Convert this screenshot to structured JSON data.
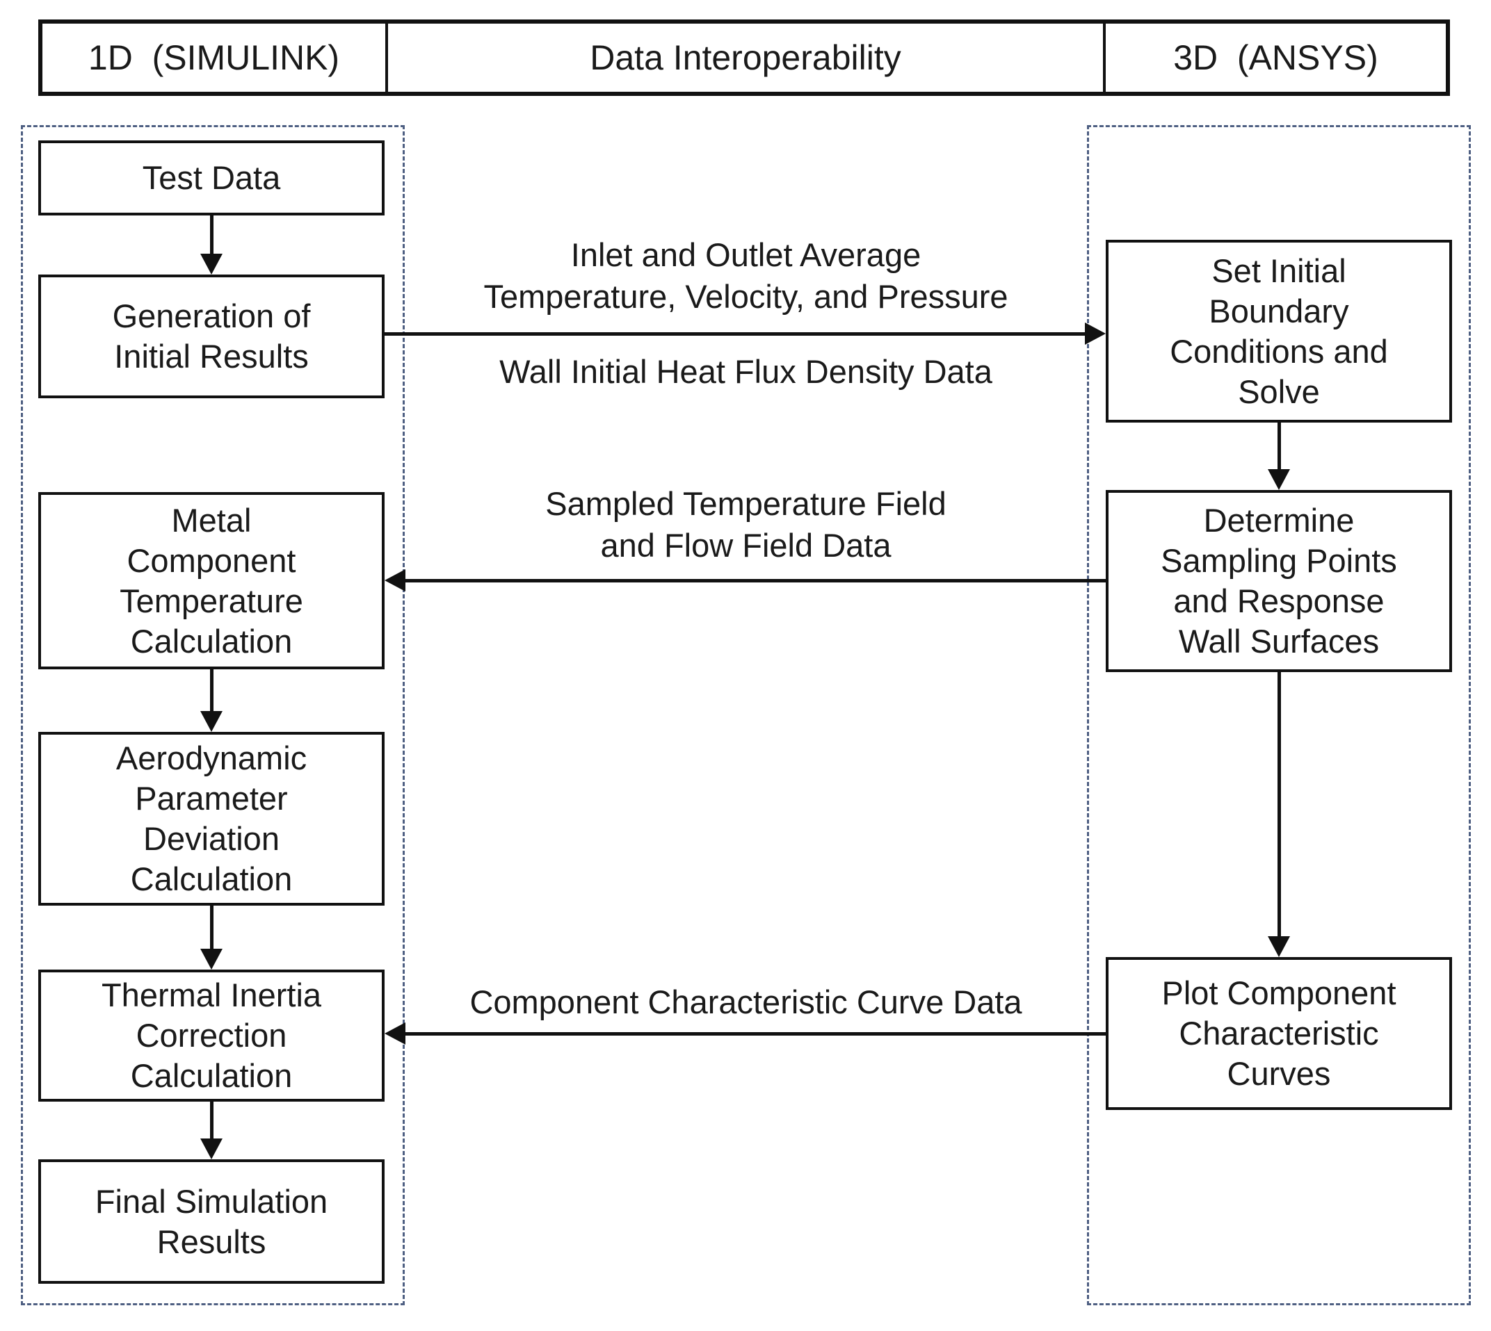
{
  "header": {
    "columns": [
      {
        "label": "1D  (SIMULINK)"
      },
      {
        "label": "Data Interoperability"
      },
      {
        "label": "3D  (ANSYS)"
      }
    ]
  },
  "left_lane": {
    "boxes": [
      {
        "label": "Test Data"
      },
      {
        "label": "Generation of\nInitial Results"
      },
      {
        "label": "Metal\nComponent\nTemperature\nCalculation"
      },
      {
        "label": "Aerodynamic\nParameter\nDeviation\nCalculation"
      },
      {
        "label": "Thermal Inertia\nCorrection\nCalculation"
      },
      {
        "label": "Final Simulation\nResults"
      }
    ]
  },
  "right_lane": {
    "boxes": [
      {
        "label": "Set Initial\nBoundary\nConditions and\nSolve"
      },
      {
        "label": "Determine\nSampling Points\nand Response\nWall Surfaces"
      },
      {
        "label": "Plot Component\nCharacteristic\nCurves"
      }
    ]
  },
  "flows": {
    "inlet_outlet": "Inlet and Outlet Average\nTemperature, Velocity, and Pressure",
    "wall_heat_flux": "Wall Initial Heat Flux Density Data",
    "sampled_field": "Sampled Temperature Field\nand Flow Field Data",
    "characteristic_curve": "Component Characteristic Curve Data"
  },
  "colors": {
    "background": "#ffffff",
    "line": "#111111",
    "text": "#1a1a1a",
    "dashed_border": "#4e5f82"
  }
}
